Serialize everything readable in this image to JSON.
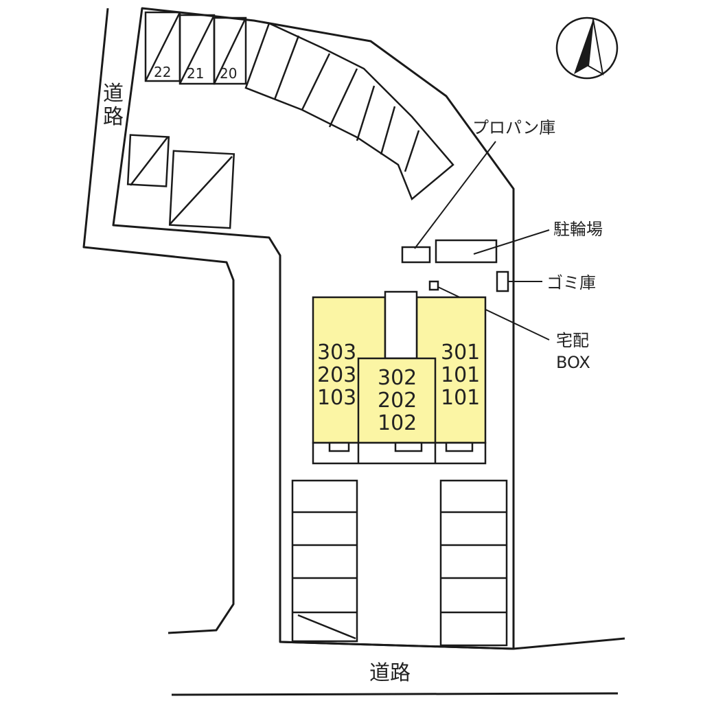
{
  "labels": {
    "road_left": "道路",
    "road_bottom": "道路",
    "propane_storage": "プロパン庫",
    "bicycle_parking": "駐輪場",
    "garbage_storage": "ゴミ庫",
    "delivery_box_line1": "宅配",
    "delivery_box_line2": "BOX"
  },
  "parking_numbers": [
    "22",
    "21",
    "20"
  ],
  "building": {
    "fill_color": "#fbf5a4",
    "left_units": [
      "303",
      "203",
      "103"
    ],
    "center_units": [
      "302",
      "202",
      "102"
    ],
    "right_units": [
      "301",
      "101",
      "101"
    ]
  },
  "icons": {
    "north_arrow": "north-arrow-icon"
  }
}
